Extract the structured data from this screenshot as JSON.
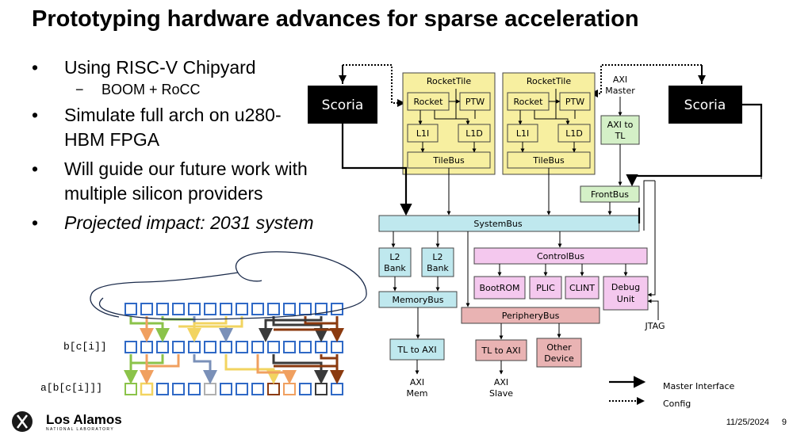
{
  "slide": {
    "title": "Prototyping hardware advances for sparse acceleration",
    "bullets": [
      {
        "text": "Using RISC-V Chipyard",
        "sub": "BOOM + RoCC"
      },
      {
        "text": "Simulate full arch on u280-HBM FPGA"
      },
      {
        "text": "Will guide our future work with multiple silicon providers"
      },
      {
        "text": "Projected impact: 2031 system",
        "italic": true
      }
    ],
    "bullet_symbol": "•",
    "sub_symbol": "−",
    "date": "11/25/2024",
    "page": "9",
    "logo": {
      "name": "Los Alamos",
      "sub": "NATIONAL LABORATORY"
    }
  },
  "array_labels": {
    "bci": "b[c[i]]",
    "abci": "a[b[c[i]]]"
  },
  "diagram": {
    "scoria_left": "Scoria",
    "scoria_right": "Scoria",
    "tiles": [
      {
        "name": "RocketTile",
        "rocket": "Rocket",
        "ptw": "PTW",
        "l1i": "L1I",
        "l1d": "L1D",
        "bus": "TileBus"
      },
      {
        "name": "RocketTile",
        "rocket": "Rocket",
        "ptw": "PTW",
        "l1i": "L1I",
        "l1d": "L1D",
        "bus": "TileBus"
      }
    ],
    "axi_master_l1": "AXI",
    "axi_master_l2": "Master",
    "axi_to_tl_l1": "AXI to",
    "axi_to_tl_l2": "TL",
    "frontbus": "FrontBus",
    "systembus": "SystemBus",
    "l2_bank_l1": "L2",
    "l2_bank_l2": "Bank",
    "memorybus": "MemoryBus",
    "controlbus": "ControlBus",
    "bootrom": "BootROM",
    "plic": "PLIC",
    "clint": "CLINT",
    "debug_l1": "Debug",
    "debug_l2": "Unit",
    "jtag": "JTAG",
    "peripherybus": "PeripheryBus",
    "tl_to_axi": "TL to AXI",
    "other_l1": "Other",
    "other_l2": "Device",
    "axi_mem_l1": "AXI",
    "axi_mem_l2": "Mem",
    "axi_slave_l1": "AXI",
    "axi_slave_l2": "Slave",
    "legend_master": "Master Interface",
    "legend_config": "Config"
  },
  "colors": {
    "tile": "#f7efa0",
    "tile_inner": "#fbf7c4",
    "green": "#d4f0c7",
    "cyan": "#bfe8ee",
    "pink": "#f4c8ee",
    "red": "#e9b3b3",
    "array_blue": "#2f69c6",
    "arrow_green": "#8bc34a",
    "arrow_orange": "#f0a060",
    "arrow_blue": "#7a90b8",
    "arrow_yellow": "#f2d460",
    "arrow_darkgray": "#3a3a3a",
    "arrow_brown": "#8b3a0f"
  }
}
